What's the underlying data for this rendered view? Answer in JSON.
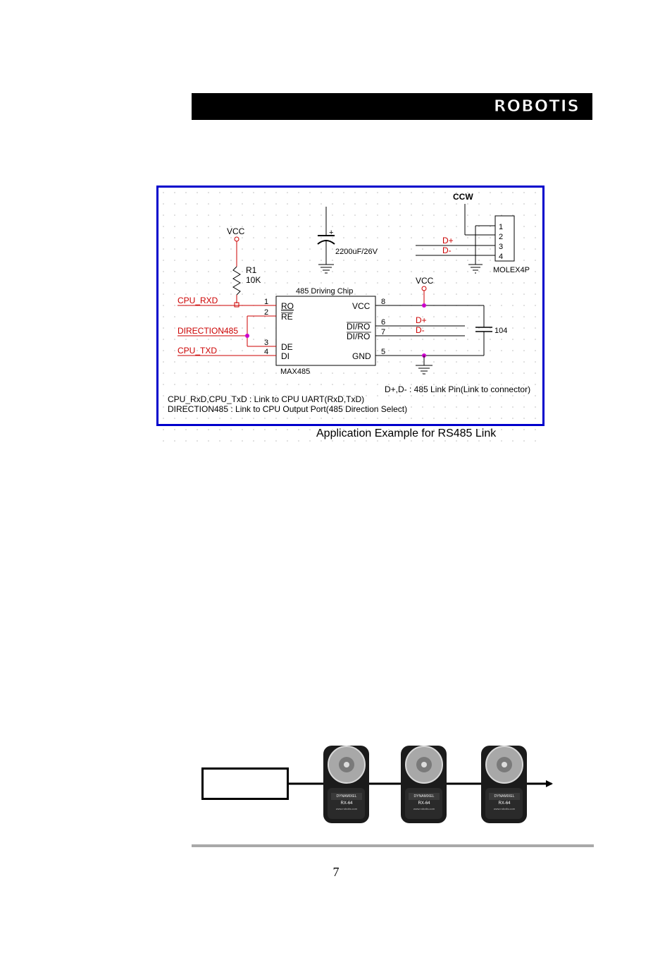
{
  "header": {
    "brand": "ROBOTIS"
  },
  "schematic": {
    "ccw_label": "CCW",
    "vcc_left": "VCC",
    "vcc_right": "VCC",
    "resistor_ref": "R1",
    "resistor_value": "10K",
    "capacitor_plus": "+",
    "capacitor_value": "2200uF/26V",
    "connector": {
      "name": "MOLEX4P",
      "pins": [
        "1",
        "2",
        "3",
        "4"
      ],
      "d_plus": "D+",
      "d_minus": "D-"
    },
    "chip": {
      "title": "485 Driving Chip",
      "part": "MAX485",
      "left_pins": [
        {
          "num": "1",
          "name": "RO"
        },
        {
          "num": "2",
          "name": "RE"
        },
        {
          "num": "3",
          "name": "DE"
        },
        {
          "num": "4",
          "name": "DI"
        }
      ],
      "right_pins": [
        {
          "num": "8",
          "name": "VCC"
        },
        {
          "num": "6",
          "name": "DI/RO"
        },
        {
          "num": "7",
          "name": "DI/RO"
        },
        {
          "num": "5",
          "name": "GND"
        }
      ]
    },
    "signals": {
      "cpu_rxd": "CPU_RXD",
      "direction": "DIRECTION485",
      "cpu_txd": "CPU_TXD",
      "d_plus": "D+",
      "d_minus": "D-"
    },
    "bypass_cap": "104",
    "note_link_pin": "D+,D- : 485 Link Pin(Link to connector)",
    "note_uart": "CPU_RxD,CPU_TxD : Link to CPU UART(RxD,TxD)",
    "note_direction": "DIRECTION485 : Link to CPU Output Port(485 Direction Select)",
    "caption": "Application Example for RS485 Link"
  },
  "chain": {
    "servo_brand": "DYNAMIXEL",
    "servo_model": "RX-64",
    "servo_url": "www.robotis.com"
  },
  "footer": {
    "page_number": "7"
  }
}
